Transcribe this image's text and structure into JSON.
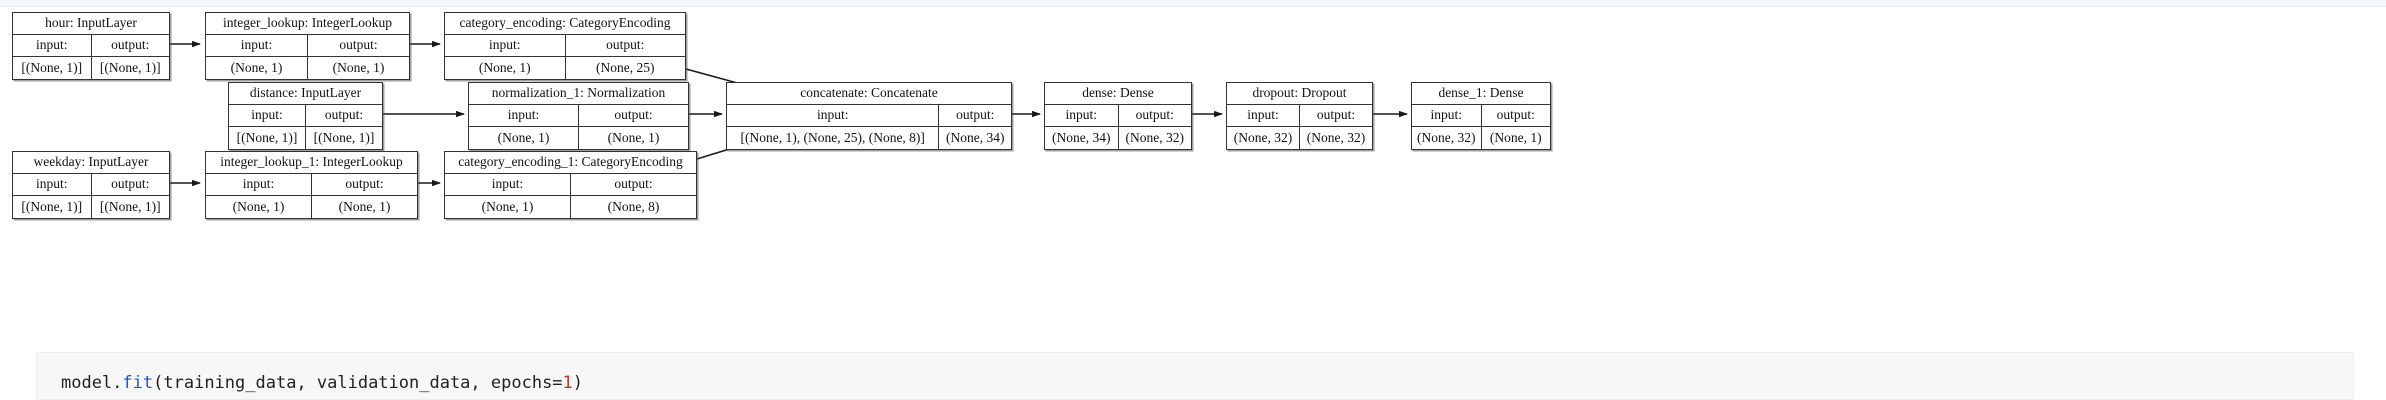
{
  "diagram": {
    "type": "keras-model-plot",
    "title": "",
    "nodes": [
      {
        "id": "hour",
        "title": "hour: InputLayer",
        "header_left": "input:",
        "header_right": "output:",
        "value_left": "[(None, 1)]",
        "value_right": "[(None, 1)]"
      },
      {
        "id": "integer_lookup",
        "title": "integer_lookup: IntegerLookup",
        "header_left": "input:",
        "header_right": "output:",
        "value_left": "(None, 1)",
        "value_right": "(None, 1)"
      },
      {
        "id": "category_encoding",
        "title": "category_encoding: CategoryEncoding",
        "header_left": "input:",
        "header_right": "output:",
        "value_left": "(None, 1)",
        "value_right": "(None, 25)"
      },
      {
        "id": "distance",
        "title": "distance: InputLayer",
        "header_left": "input:",
        "header_right": "output:",
        "value_left": "[(None, 1)]",
        "value_right": "[(None, 1)]"
      },
      {
        "id": "normalization_1",
        "title": "normalization_1: Normalization",
        "header_left": "input:",
        "header_right": "output:",
        "value_left": "(None, 1)",
        "value_right": "(None, 1)"
      },
      {
        "id": "concatenate",
        "title": "concatenate: Concatenate",
        "header_left": "input:",
        "header_right": "output:",
        "value_left": "[(None, 1), (None, 25), (None, 8)]",
        "value_right": "(None, 34)"
      },
      {
        "id": "dense",
        "title": "dense: Dense",
        "header_left": "input:",
        "header_right": "output:",
        "value_left": "(None, 34)",
        "value_right": "(None, 32)"
      },
      {
        "id": "dropout",
        "title": "dropout: Dropout",
        "header_left": "input:",
        "header_right": "output:",
        "value_left": "(None, 32)",
        "value_right": "(None, 32)"
      },
      {
        "id": "dense_1",
        "title": "dense_1: Dense",
        "header_left": "input:",
        "header_right": "output:",
        "value_left": "(None, 32)",
        "value_right": "(None, 1)"
      },
      {
        "id": "weekday",
        "title": "weekday: InputLayer",
        "header_left": "input:",
        "header_right": "output:",
        "value_left": "[(None, 1)]",
        "value_right": "[(None, 1)]"
      },
      {
        "id": "integer_lookup_1",
        "title": "integer_lookup_1: IntegerLookup",
        "header_left": "input:",
        "header_right": "output:",
        "value_left": "(None, 1)",
        "value_right": "(None, 1)"
      },
      {
        "id": "category_encoding_1",
        "title": "category_encoding_1: CategoryEncoding",
        "header_left": "input:",
        "header_right": "output:",
        "value_left": "(None, 1)",
        "value_right": "(None, 8)"
      }
    ]
  },
  "code_cell": {
    "segments": [
      {
        "text": "model.",
        "kind": "plain"
      },
      {
        "text": "fit",
        "kind": "fn"
      },
      {
        "text": "(training_data, validation_data, epochs=",
        "kind": "plain"
      },
      {
        "text": "1",
        "kind": "num"
      },
      {
        "text": ")",
        "kind": "plain"
      }
    ]
  },
  "colors": {
    "node_border": "#333333",
    "node_fill": "#ffffff",
    "edge": "#1a1a1a",
    "code_bg": "#f7f7f8",
    "code_fn": "#1a56d6",
    "code_num": "#c0392b"
  }
}
